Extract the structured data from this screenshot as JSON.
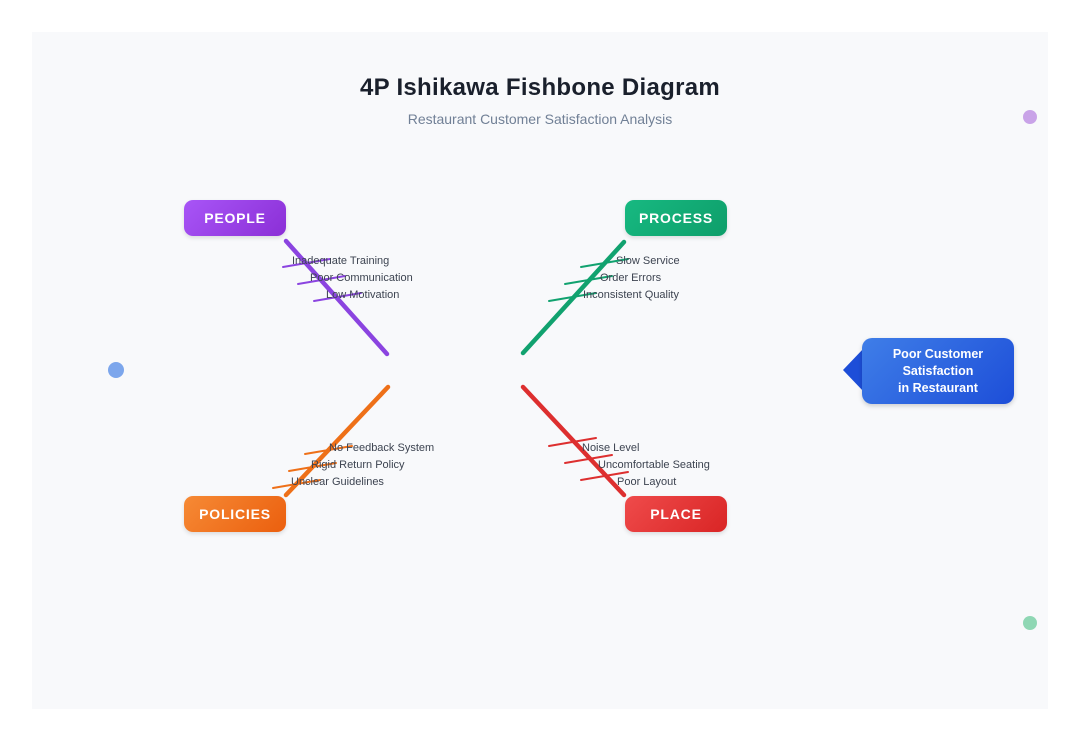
{
  "title": "4P Ishikawa Fishbone Diagram",
  "subtitle": "Restaurant Customer Satisfaction Analysis",
  "diagram": {
    "type": "fishbone",
    "spine": {
      "color_left": "#1e3a8a",
      "color_right": "#4f86e8",
      "start_dot_color": "#7ca6ec"
    },
    "effect": {
      "line1": "Poor Customer",
      "line2": "Satisfaction",
      "line3": "in Restaurant",
      "color_light": "#3f7ee8",
      "color_dark": "#1d4ed8"
    },
    "categories": [
      {
        "label": "PEOPLE",
        "position": "top-left",
        "color": "#8b44e0",
        "color_light": "#a855f7",
        "color_dark": "#8b2fd6",
        "causes": [
          "Inadequate Training",
          "Poor Communication",
          "Low Motivation"
        ]
      },
      {
        "label": "PROCESS",
        "position": "top-right",
        "color": "#11a26f",
        "color_light": "#17b981",
        "color_dark": "#0e9e6a",
        "causes": [
          "Slow Service",
          "Order Errors",
          "Inconsistent Quality"
        ]
      },
      {
        "label": "POLICIES",
        "position": "bottom-left",
        "color": "#ee7018",
        "color_light": "#f68a35",
        "color_dark": "#eb5f0e",
        "causes": [
          "No Feedback System",
          "Rigid Return Policy",
          "Unclear Guidelines"
        ]
      },
      {
        "label": "PLACE",
        "position": "bottom-right",
        "color": "#dd2f2f",
        "color_light": "#ef4b4b",
        "color_dark": "#d92525",
        "causes": [
          "Noise Level",
          "Uncomfortable Seating",
          "Poor Layout"
        ]
      }
    ],
    "decorations": [
      {
        "name": "top-right-dot",
        "color": "#c9a3e8"
      },
      {
        "name": "bottom-right-dot",
        "color": "#8fd7b4"
      }
    ]
  }
}
